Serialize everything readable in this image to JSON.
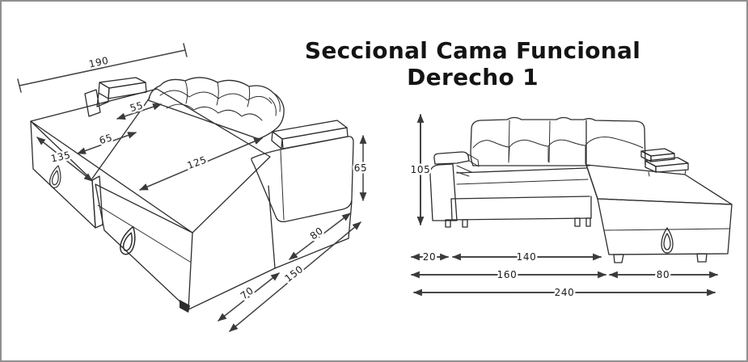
{
  "title": "Seccional Cama Funcional Derecho 1",
  "colors": {
    "background": "#ffffff",
    "border": "#8f8f8f",
    "line": "#2d2d2d",
    "dimension_line": "#424242",
    "text": "#1c1c1c"
  },
  "left_view": {
    "name": "sofa-bed-open-isometric-view",
    "dims": {
      "overall_width": "190",
      "back_cushion_depth": "55",
      "middle_panel_depth": "65",
      "pullout_side": "135",
      "bed_length": "125",
      "armrest_height": "65",
      "chaise_side": "80",
      "front_edge": "150",
      "pullout_front": "70"
    }
  },
  "right_view": {
    "name": "sectional-closed-front-view",
    "dims": {
      "overall_height": "105",
      "armrest_width": "20",
      "seat_length": "140",
      "body_length": "160",
      "chaise_length": "80",
      "total_length": "240"
    }
  }
}
